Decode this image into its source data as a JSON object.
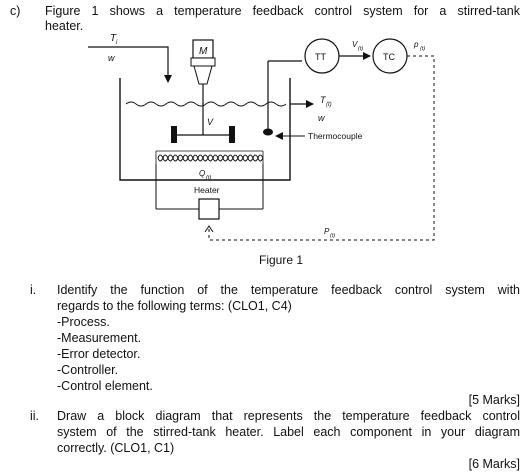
{
  "question": {
    "label": "c)",
    "intro_line1": "Figure 1 shows a temperature feedback control system for a stirred-tank",
    "intro_line2": "heater."
  },
  "figure": {
    "caption": "Figure 1",
    "labels": {
      "inlet_T": "T",
      "inlet_T_sub": "i",
      "inlet_w": "w",
      "motor": "M",
      "stirrer_V": "V",
      "outlet_T": "T",
      "outlet_T_sub": "(t)",
      "outlet_w": "w",
      "thermocouple": "Thermocouple",
      "tt": "TT",
      "tc": "TC",
      "signal_V": "V",
      "signal_V_sub": "(t)",
      "signal_p": "p",
      "signal_p_sub": "(t)",
      "heat_Q": "Q",
      "heat_Q_sub": "(t)",
      "heater": "Heater",
      "power_P": "P",
      "power_P_sub": "(t)"
    }
  },
  "parts": [
    {
      "label": "i.",
      "line1": "Identify the function of the temperature feedback control system with",
      "line2": "regards to the following terms: (CLO1, C4)",
      "terms": [
        "-Process.",
        "-Measurement.",
        "-Error detector.",
        "-Controller.",
        "-Control element."
      ],
      "marks": "[5 Marks]"
    },
    {
      "label": "ii.",
      "line1": "Draw a block diagram that represents the temperature feedback control",
      "line2": "system of the stirred-tank heater. Label each component in your diagram",
      "line3": "correctly. (CLO1, C1)",
      "marks": "[6 Marks]"
    }
  ]
}
